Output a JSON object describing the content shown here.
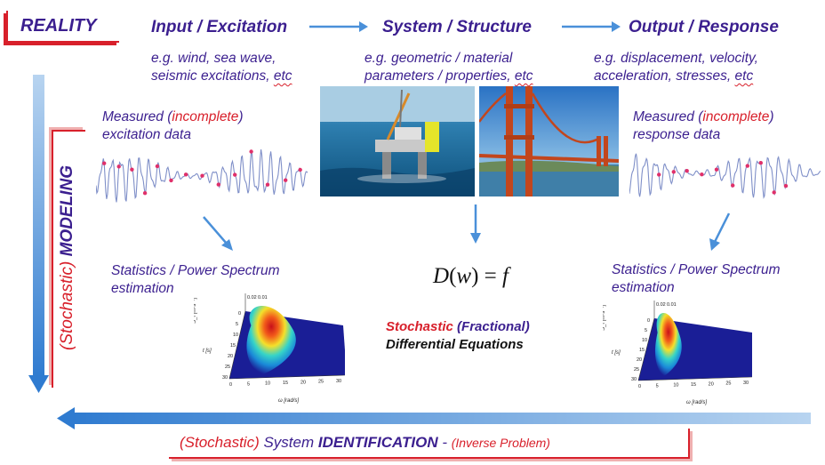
{
  "reality_label": "REALITY",
  "headers": {
    "input": "Input / Excitation",
    "system": "System / Structure",
    "output": "Output / Response"
  },
  "examples": {
    "input_line1": "e.g. wind, sea wave,",
    "input_line2a": "seismic excitations, ",
    "input_etc": "etc",
    "system_line1": "e.g. geometric / material",
    "system_line2a": "parameters / properties, ",
    "system_etc": "etc",
    "output_line1": "e.g. displacement, velocity,",
    "output_line2a": "acceleration, stresses, ",
    "output_etc": "etc"
  },
  "measured": {
    "left_prefix": "Measured (",
    "left_word": "incomplete",
    "left_suffix": ")",
    "left_line2": "excitation data",
    "right_prefix": "Measured (",
    "right_word": "incomplete",
    "right_suffix": ")",
    "right_line2": "response data"
  },
  "stats": {
    "left_line1": "Statistics / Power Spectrum",
    "left_line2": "estimation",
    "right_line1": "Statistics / Power Spectrum",
    "right_line2": "estimation"
  },
  "equation": {
    "D": "D",
    "paren_open": "(",
    "w": "w",
    "paren_close": ")",
    "equals": "=",
    "f": "f"
  },
  "equation_caption": {
    "stochastic": "Stochastic",
    "fractional": "(Fractional)",
    "line2": "Differential Equations"
  },
  "modeling": {
    "paren": "(Stochastic)",
    "word": "MODELING"
  },
  "identification": {
    "paren_stochastic": "(Stochastic)",
    "system": " System ",
    "word": "IDENTIFICATION",
    "dash": " - ",
    "inverse": "(Inverse Problem)"
  },
  "plot_axes": {
    "s_label": "S_f [m²s⁻³]",
    "t_label": "t [s]",
    "w_label": "ω [rad/s]",
    "z_ticks_left": [
      "0.02",
      "0.01"
    ],
    "t_ticks": [
      "0",
      "5",
      "10",
      "15",
      "20",
      "25",
      "30"
    ],
    "w_ticks": [
      "0",
      "5",
      "10",
      "15",
      "20",
      "25",
      "30"
    ]
  },
  "colors": {
    "primary_text": "#3b1f8f",
    "accent_red": "#d8202b",
    "arrow_blue": "#4a90d9"
  }
}
